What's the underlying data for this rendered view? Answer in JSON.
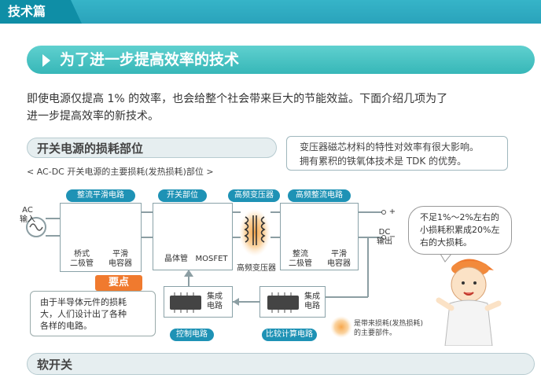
{
  "header": {
    "section_tab": "技术篇"
  },
  "banner": {
    "title": "为了进一步提高效率的技术"
  },
  "intro": {
    "line1": "即使电源仅提高 1% 的效率，也会给整个社会带来巨大的节能效益。下面介绍几项为了",
    "line2": "进一步提高效率的新技术。"
  },
  "loss_section": {
    "title": "开关电源的损耗部位",
    "note_line1": "变压器磁芯材料的特性对效率有很大影响。",
    "note_line2": "拥有累积的铁氧体技术是 TDK 的优势。",
    "caption": "< AC-DC 开关电源的主要损耗(发热损耗)部位 >"
  },
  "diagram": {
    "tags": {
      "rect_smooth": "整流平滑电路",
      "switch": "开关部位",
      "hf_transformer": "高频变压器",
      "hf_rectifier": "高频整流电路",
      "control": "控制电路",
      "compare": "比较计算电路"
    },
    "ac_input_1": "AC",
    "ac_input_2": "输入",
    "dc_output_1": "DC",
    "dc_output_2": "输出",
    "plus": "+",
    "minus": "−",
    "bridge_1": "桥式",
    "bridge_2": "二极管",
    "smooth_cap_1": "平滑",
    "smooth_cap_2": "电容器",
    "transistor": "晶体管",
    "mosfet": "MOSFET",
    "transformer": "高频变压器",
    "rect_diode_1": "整流",
    "rect_diode_2": "二极管",
    "smooth_cap2_1": "平滑",
    "smooth_cap2_2": "电容器",
    "ic1_1": "集成",
    "ic1_2": "电路",
    "ic2_1": "集成",
    "ic2_2": "电路"
  },
  "bubble": {
    "line1": "不足1%～2%左右的",
    "line2": "小损耗积累成20%左",
    "line3": "右的大损耗。"
  },
  "point": {
    "badge": "要点",
    "line1": "由于半导体元件的损耗",
    "line2": "大，人们设计出了各种",
    "line3": "各样的电路。"
  },
  "legend": {
    "line1": "是带来损耗(发热损耗)",
    "line2": "的主要部件。"
  },
  "next_section": {
    "title": "软开关"
  },
  "colors": {
    "accent": "#37b7b8",
    "tag": "#1e92b5",
    "highlight": "#f07a2e"
  }
}
